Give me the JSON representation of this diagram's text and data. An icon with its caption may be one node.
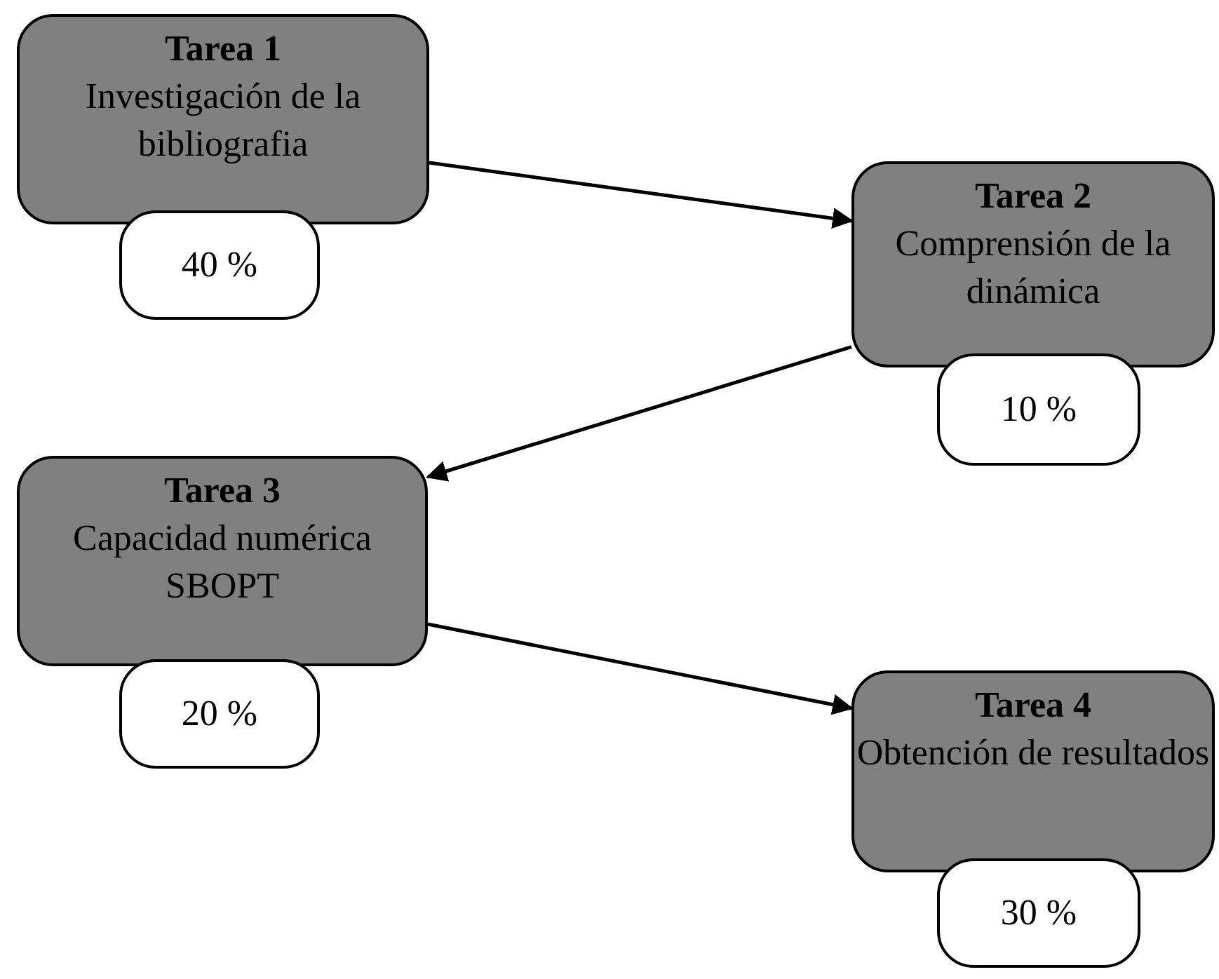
{
  "diagram": {
    "nodes": [
      {
        "text": [
          "Tarea 1",
          "Investigación de la bibliografia"
        ]
      },
      {
        "text": [
          "40 %"
        ]
      },
      {
        "text": [
          "Tarea 2",
          "Comprensión de la dinámica"
        ]
      },
      {
        "text": [
          "10 %"
        ]
      },
      {
        "text": [
          "Tarea 3",
          "Capacidad numérica SBOPT"
        ]
      },
      {
        "text": [
          "20 %"
        ]
      },
      {
        "text": [
          "Tarea 4",
          "Obtención de resultados"
        ]
      },
      {
        "text": [
          "30 %"
        ]
      }
    ],
    "edges": [
      {
        "from": 0,
        "to": 2,
        "arrow": "to"
      },
      {
        "from": 2,
        "to": 4,
        "arrow": "to"
      },
      {
        "from": 4,
        "to": 6,
        "arrow": "to"
      }
    ]
  }
}
